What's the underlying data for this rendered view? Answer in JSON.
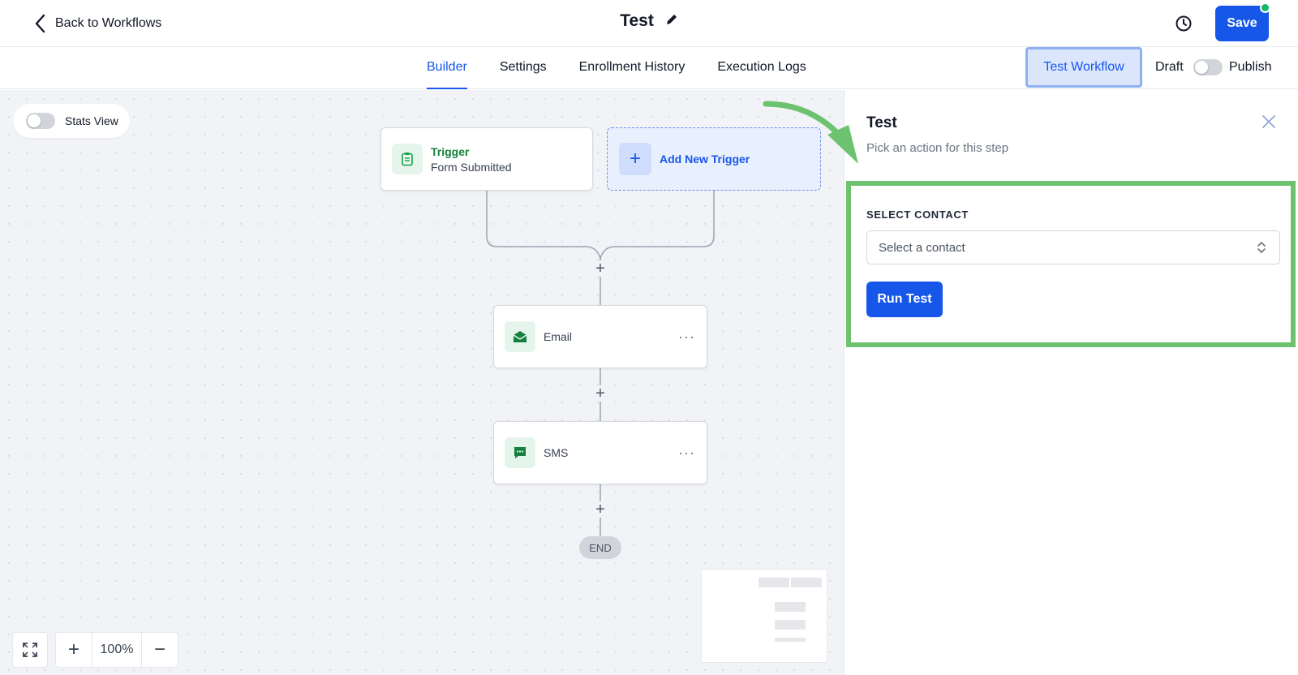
{
  "header": {
    "back_label": "Back to Workflows",
    "workflow_title": "Test",
    "save_label": "Save"
  },
  "tabs": [
    {
      "label": "Builder",
      "active": true
    },
    {
      "label": "Settings",
      "active": false
    },
    {
      "label": "Enrollment History",
      "active": false
    },
    {
      "label": "Execution Logs",
      "active": false
    }
  ],
  "toolbar": {
    "test_workflow_label": "Test Workflow",
    "draft_label": "Draft",
    "publish_label": "Publish"
  },
  "canvas": {
    "stats_view_label": "Stats View",
    "trigger": {
      "title": "Trigger",
      "subtitle": "Form Submitted"
    },
    "add_trigger_label": "Add New Trigger",
    "actions": [
      {
        "label": "Email",
        "icon": "envelope-open-icon"
      },
      {
        "label": "SMS",
        "icon": "chat-bubble-icon"
      }
    ],
    "end_label": "END",
    "zoom_level": "100%"
  },
  "panel": {
    "title": "Test",
    "subtitle": "Pick an action for this step",
    "select_contact_label": "SELECT CONTACT",
    "select_placeholder": "Select a contact",
    "run_test_label": "Run Test"
  },
  "colors": {
    "primary": "#1656e8",
    "success_green": "#12b76a",
    "highlight_green": "#6cc26f",
    "canvas_bg": "#f1f3f6"
  }
}
